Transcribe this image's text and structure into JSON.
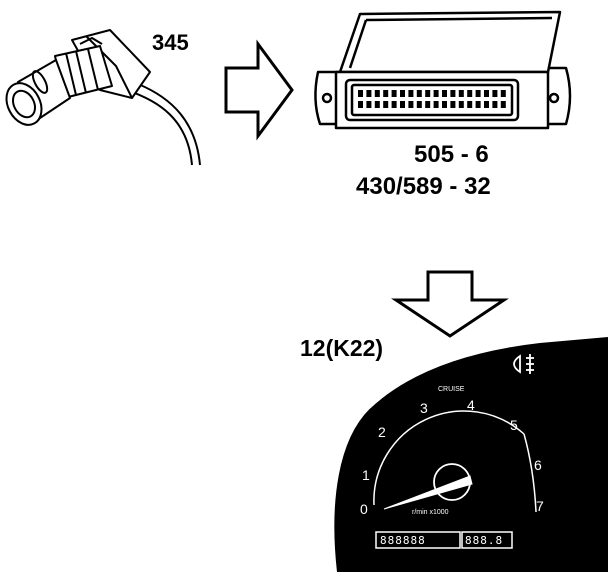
{
  "labels": {
    "sensor": "345",
    "control_unit_line1": "505 - 6",
    "control_unit_line2": "430/589 - 32",
    "cluster": "12(K22)"
  },
  "tachometer": {
    "scale": [
      "0",
      "1",
      "2",
      "3",
      "4",
      "5",
      "6",
      "7"
    ],
    "legend": "r/min x1000",
    "upper_text": "CRUISE",
    "odometer": "888888",
    "trip": "888.8"
  },
  "icons": {
    "sensor": "crankshaft-position-sensor-icon",
    "control_unit": "engine-control-module-icon",
    "warning_lamp": "rear-fog-lamp-icon"
  },
  "colors": {
    "line": "#000000",
    "background": "#ffffff"
  }
}
